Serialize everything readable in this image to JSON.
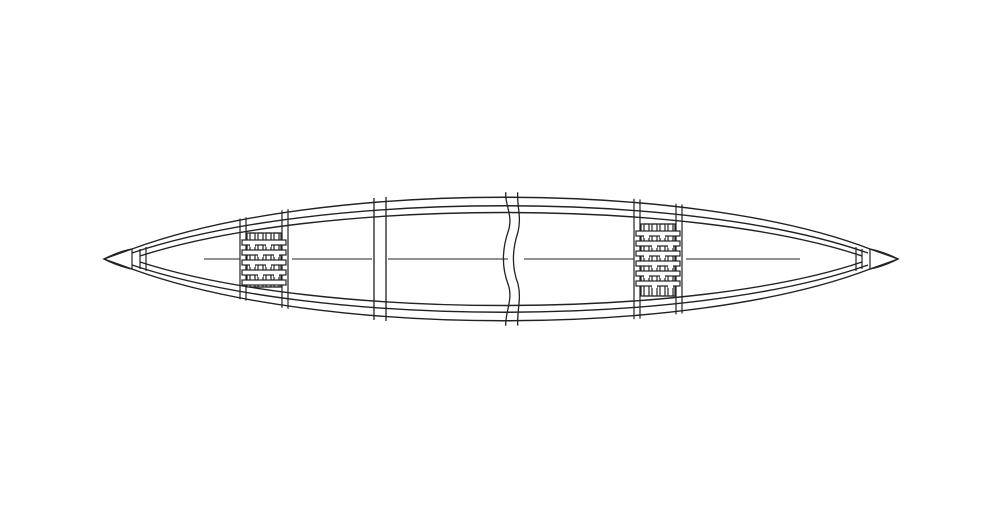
{
  "diagram": {
    "subject": "canoe-top-view",
    "stroke_color": "#222222",
    "background_color": "#ffffff",
    "parts": {
      "hull": "canoe-hull",
      "gunwale": "gunwale",
      "keel_line": "keel-centerline",
      "thwart": "center-thwart",
      "yoke": "portage-yoke",
      "seats": [
        "bow-seat",
        "stern-seat"
      ],
      "decks": [
        "bow-deck",
        "stern-deck"
      ]
    }
  }
}
